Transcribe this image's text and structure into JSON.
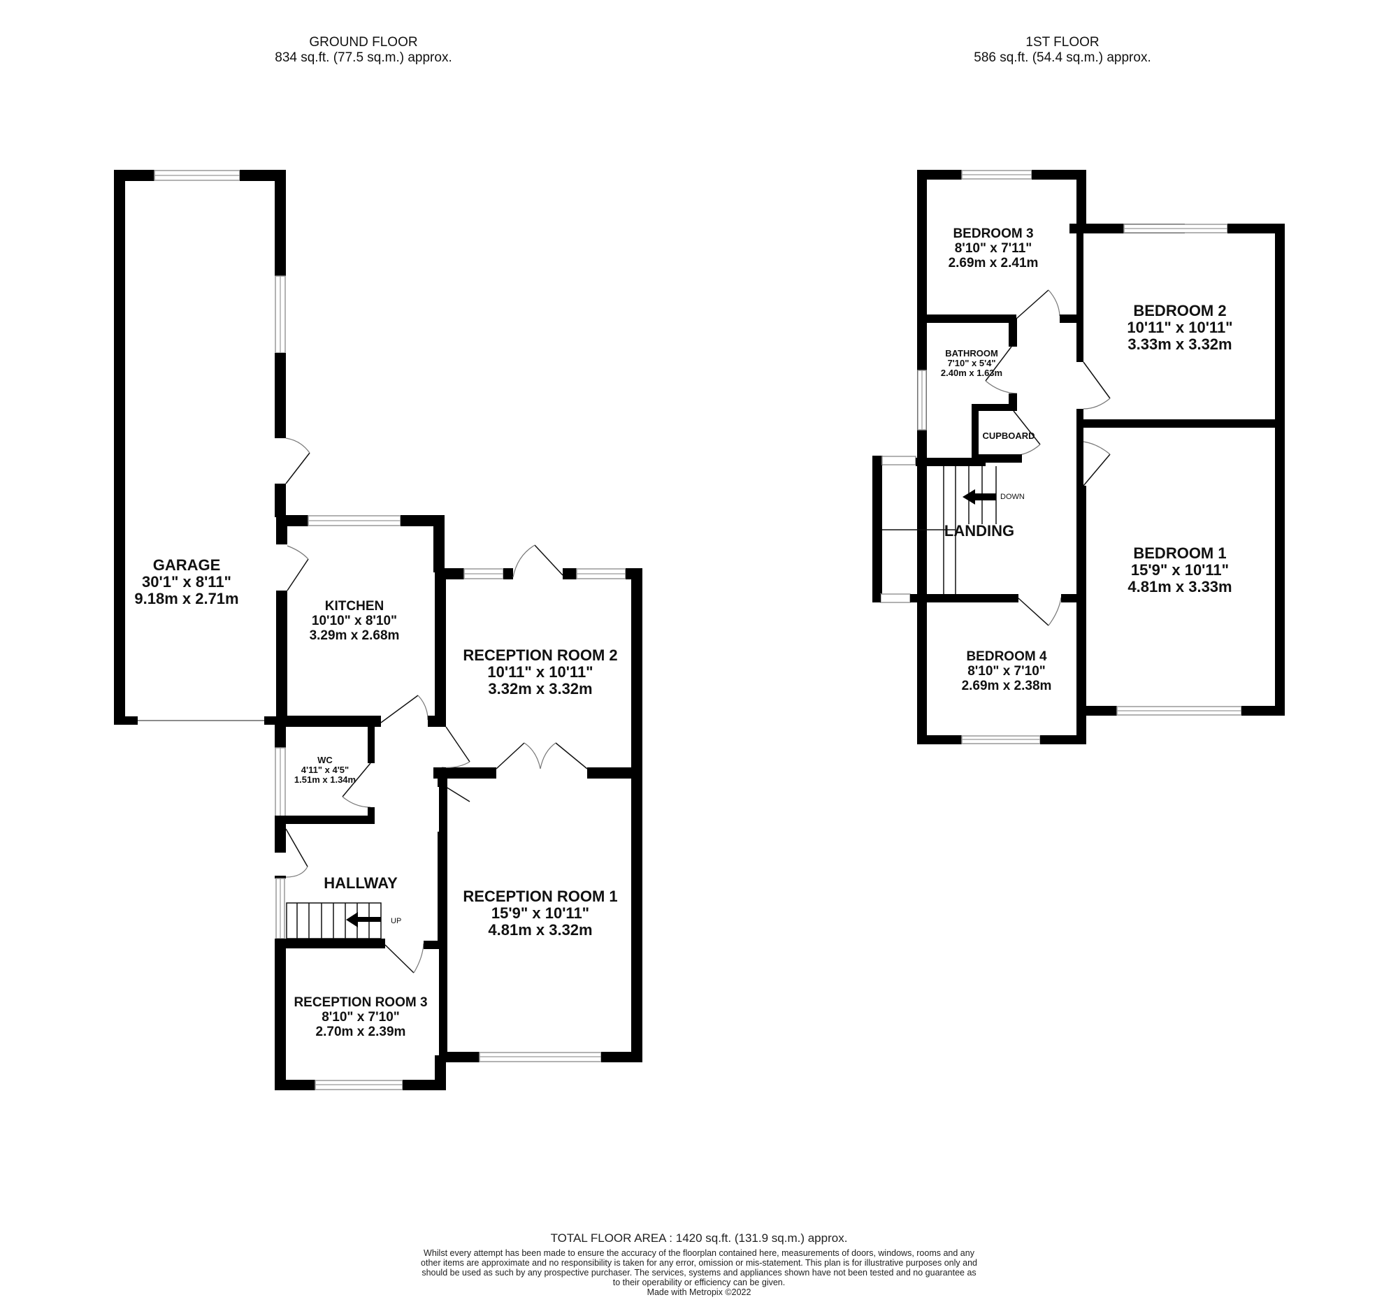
{
  "ground_floor": {
    "title": "GROUND FLOOR",
    "area": "834 sq.ft. (77.5 sq.m.) approx.",
    "rooms": [
      {
        "name": "GARAGE",
        "imperial": "30'1\"  x 8'11\"",
        "metric": "9.18m  x 2.71m"
      },
      {
        "name": "KITCHEN",
        "imperial": "10'10\"  x 8'10\"",
        "metric": "3.29m  x 2.68m"
      },
      {
        "name": "RECEPTION ROOM 2",
        "imperial": "10'11\"  x 10'11\"",
        "metric": "3.32m  x 3.32m"
      },
      {
        "name": "WC",
        "imperial": "4'11\"  x 4'5\"",
        "metric": "1.51m  x 1.34m"
      },
      {
        "name": "HALLWAY"
      },
      {
        "name": "RECEPTION ROOM 1",
        "imperial": "15'9\"  x 10'11\"",
        "metric": "4.81m  x 3.32m"
      },
      {
        "name": "RECEPTION ROOM 3",
        "imperial": "8'10\"  x 7'10\"",
        "metric": "2.70m  x 2.39m"
      }
    ],
    "stairs_label": "UP"
  },
  "first_floor": {
    "title": "1ST FLOOR",
    "area": "586 sq.ft. (54.4 sq.m.) approx.",
    "rooms": [
      {
        "name": "BEDROOM 3",
        "imperial": "8'10\"  x 7'11\"",
        "metric": "2.69m  x 2.41m"
      },
      {
        "name": "BEDROOM 2",
        "imperial": "10'11\"  x 10'11\"",
        "metric": "3.33m  x 3.32m"
      },
      {
        "name": "BATHROOM",
        "imperial": "7'10\"  x 5'4\"",
        "metric": "2.40m  x 1.63m"
      },
      {
        "name": "CUPBOARD"
      },
      {
        "name": "LANDING"
      },
      {
        "name": "BEDROOM 1",
        "imperial": "15'9\"  x 10'11\"",
        "metric": "4.81m  x 3.33m"
      },
      {
        "name": "BEDROOM 4",
        "imperial": "8'10\"  x 7'10\"",
        "metric": "2.69m  x 2.38m"
      }
    ],
    "stairs_label": "DOWN"
  },
  "footer": {
    "total_area": "TOTAL FLOOR AREA : 1420 sq.ft. (131.9 sq.m.) approx.",
    "disclaimer": "Whilst every attempt has been made to ensure the accuracy of the floorplan contained here, measurements of doors, windows, rooms and any other items are approximate and no responsibility is taken for any error, omission or mis-statement. This plan is for illustrative purposes only and should be used as such by any prospective purchaser. The services, systems and appliances shown have not been tested and no guarantee as to their operability or efficiency can be given.",
    "credit": "Made with Metropix ©2022"
  },
  "colors": {
    "wall": "#000000",
    "window_frame": "#999999",
    "background": "#ffffff"
  }
}
